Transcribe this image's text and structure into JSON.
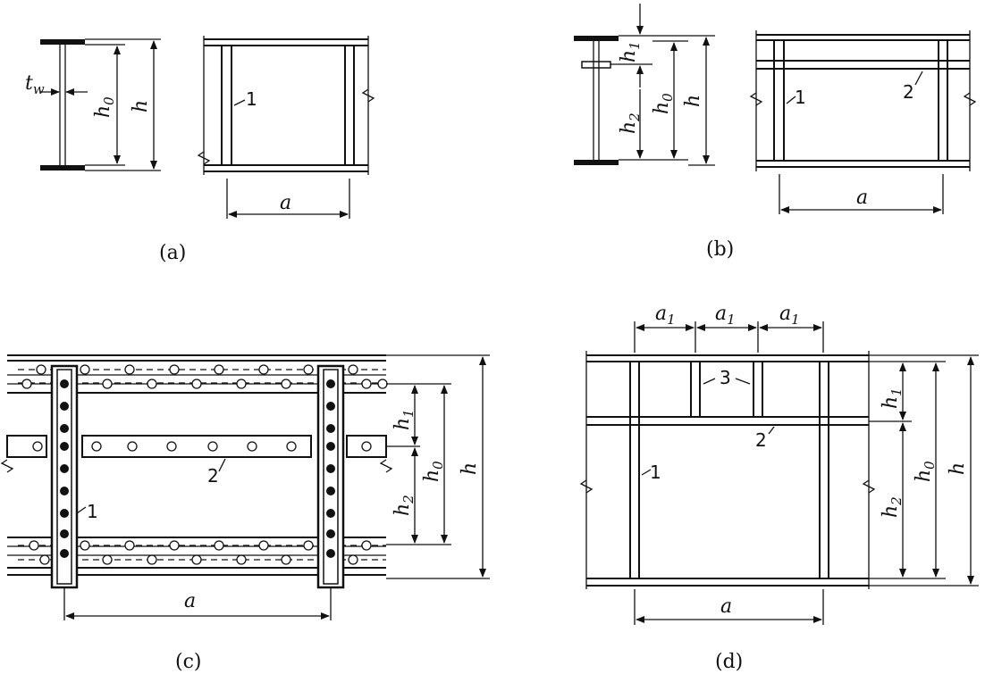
{
  "panels": {
    "a": {
      "caption": "(a)",
      "labels": {
        "tw": "t",
        "tw_sub": "w",
        "h0": "h",
        "h0_sub": "0",
        "h": "h",
        "stiffener": "1",
        "spacing": "a"
      }
    },
    "b": {
      "caption": "(b)",
      "labels": {
        "h1": "h",
        "h1_sub": "1",
        "h2": "h",
        "h2_sub": "2",
        "h0": "h",
        "h0_sub": "0",
        "h": "h",
        "stiffener_transverse": "1",
        "stiffener_longitudinal": "2",
        "spacing": "a"
      }
    },
    "c": {
      "caption": "(c)",
      "labels": {
        "h1": "h",
        "h1_sub": "1",
        "h2": "h",
        "h2_sub": "2",
        "h0": "h",
        "h0_sub": "0",
        "h": "h",
        "stiffener_transverse": "1",
        "stiffener_longitudinal": "2",
        "spacing": "a"
      }
    },
    "d": {
      "caption": "(d)",
      "labels": {
        "a1": "a",
        "a1_sub": "1",
        "h1": "h",
        "h1_sub": "1",
        "h2": "h",
        "h2_sub": "2",
        "h0": "h",
        "h0_sub": "0",
        "h": "h",
        "stiffener_transverse": "1",
        "stiffener_longitudinal": "2",
        "stiffener_short": "3",
        "spacing": "a"
      }
    }
  }
}
